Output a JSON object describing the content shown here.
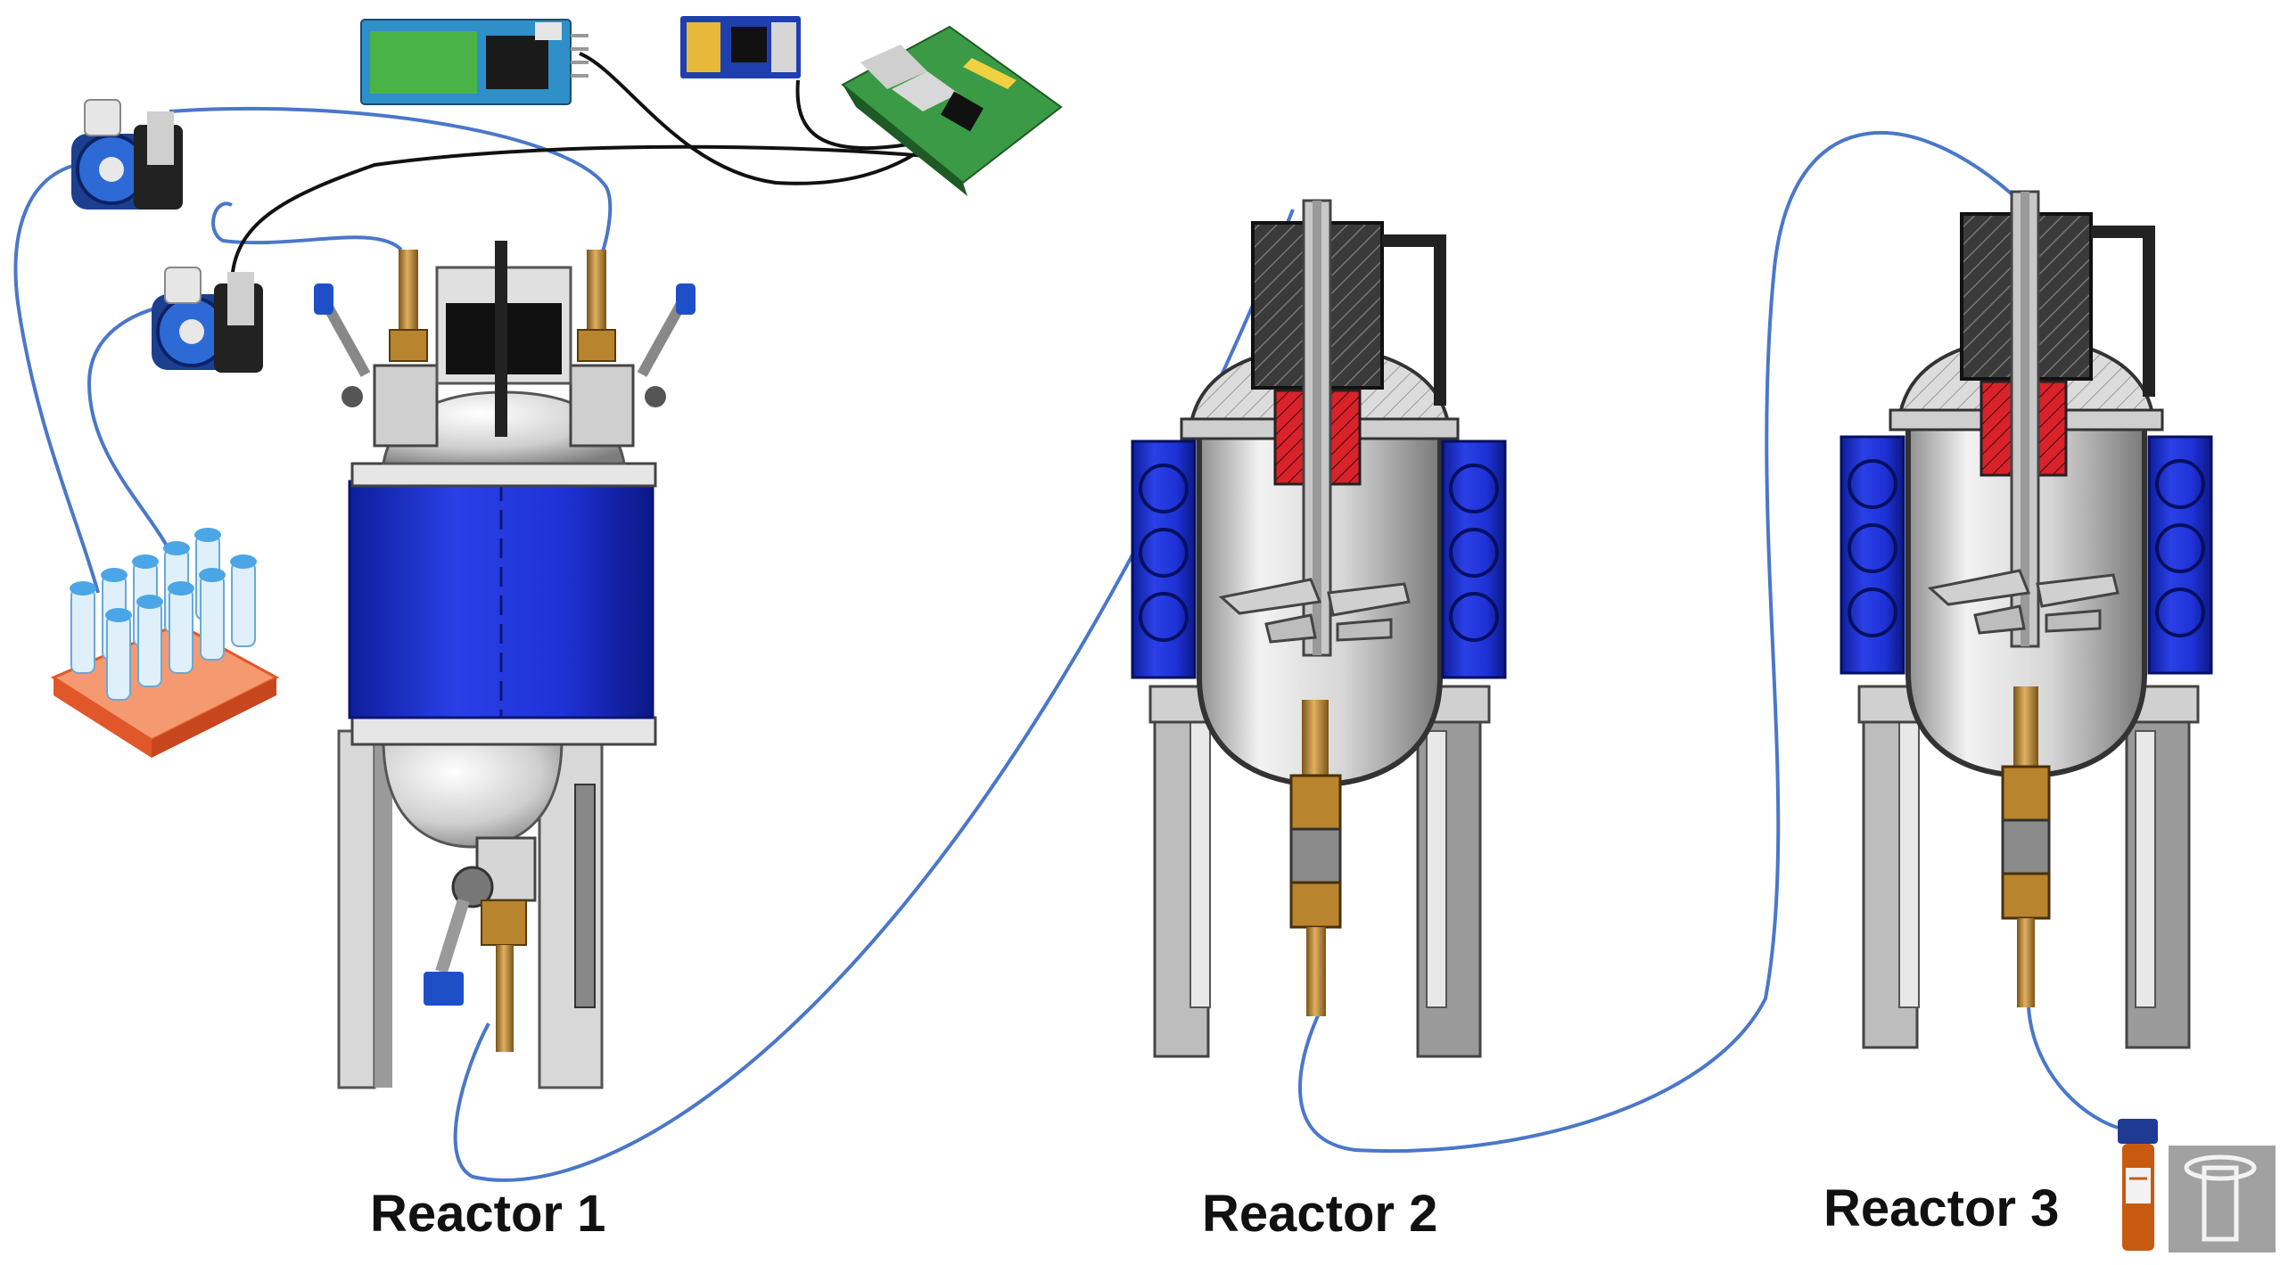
{
  "labels": {
    "reactor_1": "Reactor 1",
    "reactor_2": "Reactor 2",
    "reactor_3": "Reactor 3"
  },
  "colors": {
    "tubing": "#4a77c9",
    "jacket_blue": "#1e32d6",
    "jacket_dark": "#0e1e9c",
    "seal_red": "#d9222a",
    "steel_light": "#e2e2e2",
    "steel_mid": "#9a9a9a",
    "steel_dark": "#333333",
    "brass": "#b8842e",
    "pcb_green": "#2e8b3c",
    "tube_rack": "#f26b3a",
    "vial_amber": "#c85a10",
    "vial_cap": "#1f3a93"
  },
  "icons": [
    "peristaltic-pump-icon",
    "bluetooth-module-icon",
    "wireless-module-icon",
    "raspberry-pi-icon",
    "tube-rack-icon",
    "sample-vial-icon",
    "cuvette-icon"
  ]
}
